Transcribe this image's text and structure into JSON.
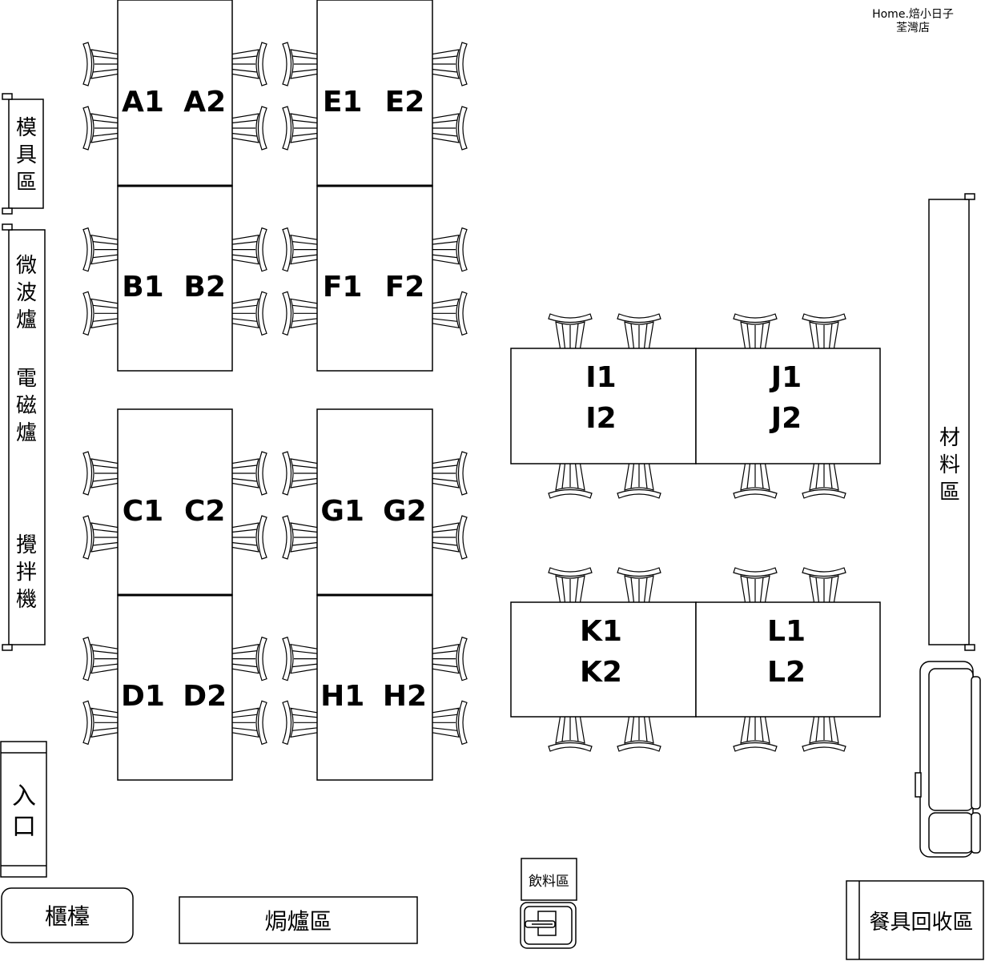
{
  "store": {
    "line1": "Home.焙小日子",
    "line2": "荃灣店"
  },
  "left_wall": {
    "mold": "模具區",
    "equipment": [
      "微波爐",
      "電磁爐",
      "攪拌機"
    ]
  },
  "right_wall": {
    "materials": "材料區"
  },
  "entrance": "入口",
  "counter": "櫃檯",
  "oven": "焗爐區",
  "drinks": "飲料區",
  "return": "餐具回收區",
  "tables": {
    "A": [
      "A1",
      "A2"
    ],
    "B": [
      "B1",
      "B2"
    ],
    "C": [
      "C1",
      "C2"
    ],
    "D": [
      "D1",
      "D2"
    ],
    "E": [
      "E1",
      "E2"
    ],
    "F": [
      "F1",
      "F2"
    ],
    "G": [
      "G1",
      "G2"
    ],
    "H": [
      "H1",
      "H2"
    ],
    "I": [
      "I1",
      "I2"
    ],
    "J": [
      "J1",
      "J2"
    ],
    "K": [
      "K1",
      "K2"
    ],
    "L": [
      "L1",
      "L2"
    ]
  }
}
